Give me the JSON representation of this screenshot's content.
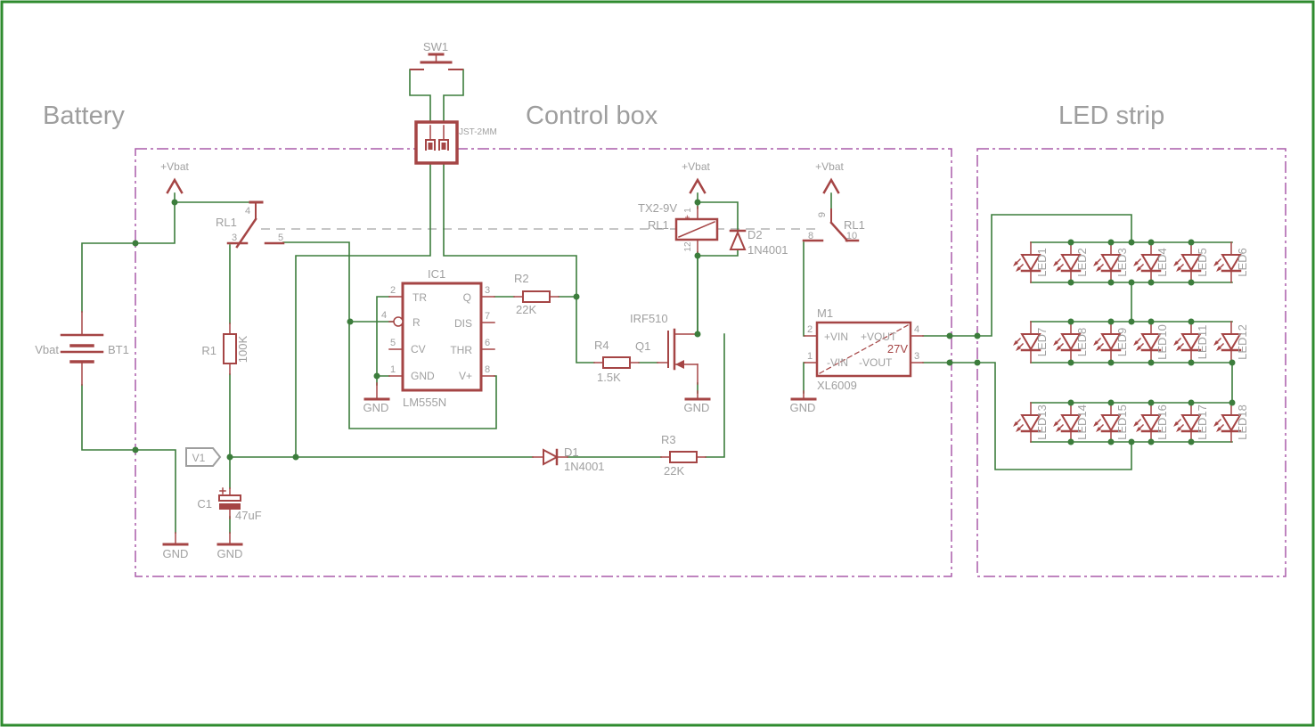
{
  "titles": {
    "battery": "Battery",
    "control_box": "Control box",
    "led_strip": "LED strip"
  },
  "power": {
    "vbat": "+Vbat",
    "gnd": "GND",
    "net_flag": "V1"
  },
  "switch": {
    "name": "SW1",
    "connector": "JST-2MM"
  },
  "battery": {
    "name": "BT1",
    "label": "Vbat"
  },
  "relay": {
    "contact1": {
      "name": "RL1",
      "pin_common": "4",
      "pin_left": "3",
      "pin_right": "5"
    },
    "contact2": {
      "name": "RL1",
      "pin_common": "9",
      "pin_left": "8",
      "pin_right": "10"
    },
    "coil": {
      "name": "RL1",
      "value": "TX2-9V",
      "pin_top": "1",
      "pin_bottom": "12",
      "polarity": "+"
    }
  },
  "resistors": {
    "r1": {
      "name": "R1",
      "value": "100K"
    },
    "r2": {
      "name": "R2",
      "value": "22K"
    },
    "r3": {
      "name": "R3",
      "value": "22K"
    },
    "r4": {
      "name": "R4",
      "value": "1.5K"
    }
  },
  "capacitor": {
    "name": "C1",
    "value": "47uF",
    "polarity": "+"
  },
  "diodes": {
    "d1": {
      "name": "D1",
      "value": "1N4001"
    },
    "d2": {
      "name": "D2",
      "value": "1N4001"
    }
  },
  "mosfet": {
    "name": "Q1",
    "value": "IRF510"
  },
  "ic1": {
    "name": "IC1",
    "value": "LM555N",
    "pins_left": [
      {
        "num": "2",
        "label": "TR"
      },
      {
        "num": "4",
        "label": "R"
      },
      {
        "num": "5",
        "label": "CV"
      },
      {
        "num": "1",
        "label": "GND"
      }
    ],
    "pins_right": [
      {
        "num": "3",
        "label": "Q"
      },
      {
        "num": "7",
        "label": "DIS"
      },
      {
        "num": "6",
        "label": "THR"
      },
      {
        "num": "8",
        "label": "V+"
      }
    ]
  },
  "converter": {
    "name": "M1",
    "value": "XL6009",
    "output": "27V",
    "pin_vin_pos": {
      "num": "2",
      "label": "+VIN"
    },
    "pin_vin_neg": {
      "num": "1",
      "label": "-VIN"
    },
    "pin_vout_pos": {
      "num": "4",
      "label": "+VOUT"
    },
    "pin_vout_neg": {
      "num": "3",
      "label": "-VOUT"
    }
  },
  "led_strip": {
    "leds": [
      "LED1",
      "LED2",
      "LED3",
      "LED4",
      "LED5",
      "LED6",
      "LED7",
      "LED8",
      "LED9",
      "LED10",
      "LED11",
      "LED12",
      "LED13",
      "LED14",
      "LED15",
      "LED16",
      "LED17",
      "LED18"
    ]
  },
  "colors": {
    "wire": "#3c7d3c",
    "symbol": "#a54545",
    "text": "#a0a0a0",
    "frame": "#2e8b2e",
    "boundary": "#aa5caa",
    "background": "#ffffff"
  }
}
